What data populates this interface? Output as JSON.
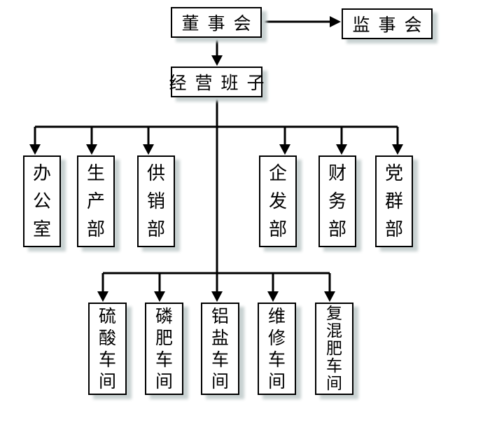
{
  "diagram": {
    "type": "org-chart",
    "nodes": {
      "board": "董事会",
      "supervisory": "监事会",
      "management": "经营班子",
      "departments": [
        "办公室",
        "生产部",
        "供销部",
        "企发部",
        "财务部",
        "党群部"
      ],
      "workshops": [
        "硫酸车间",
        "磷肥车间",
        "铝盐车间",
        "维修车间",
        "复混肥车间"
      ]
    },
    "edges": [
      {
        "from": "board",
        "to": "supervisory",
        "arrow": true
      },
      {
        "from": "board",
        "to": "management",
        "arrow": true
      },
      {
        "from": "management",
        "to": "departments",
        "arrow": true
      },
      {
        "from": "management",
        "to": "workshops",
        "arrow": true
      }
    ],
    "colors": {
      "line": "#000000",
      "box_border": "#000000",
      "box_fill": "#ffffff",
      "shadow": "#c9d2d2",
      "background": "#ffffff"
    }
  }
}
